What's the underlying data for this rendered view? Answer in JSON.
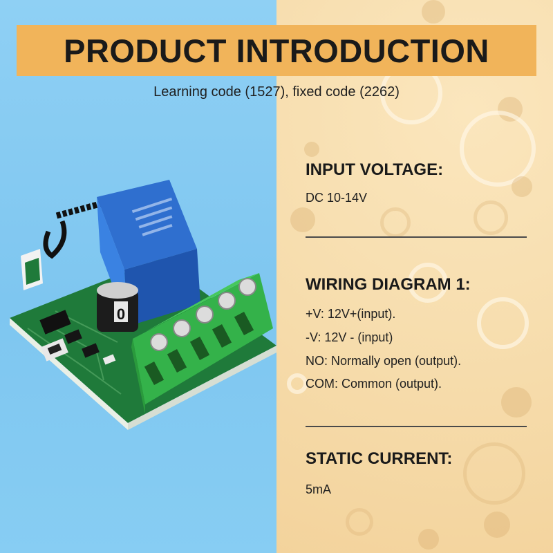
{
  "header": {
    "title": "PRODUCT INTRODUCTION",
    "subtitle": "Learning code (1527), fixed code (2262)"
  },
  "specs": {
    "input_voltage": {
      "heading": "INPUT VOLTAGE:",
      "value": "DC 10-14V"
    },
    "wiring": {
      "heading": "WIRING DIAGRAM 1:",
      "lines": [
        "+V: 12V+(input).",
        "-V: 12V - (input)",
        "NO: Normally open (output).",
        "COM: Common (output)."
      ]
    },
    "static_current": {
      "heading": "STATIC CURRENT:",
      "value": "5mA"
    }
  },
  "colors": {
    "title_bar": "#f1b45a",
    "left_background": "#8fd0f4",
    "right_background": "#f7deaf"
  },
  "product_image": {
    "icon": "relay-module-illustration",
    "capacitor_label": "0"
  }
}
